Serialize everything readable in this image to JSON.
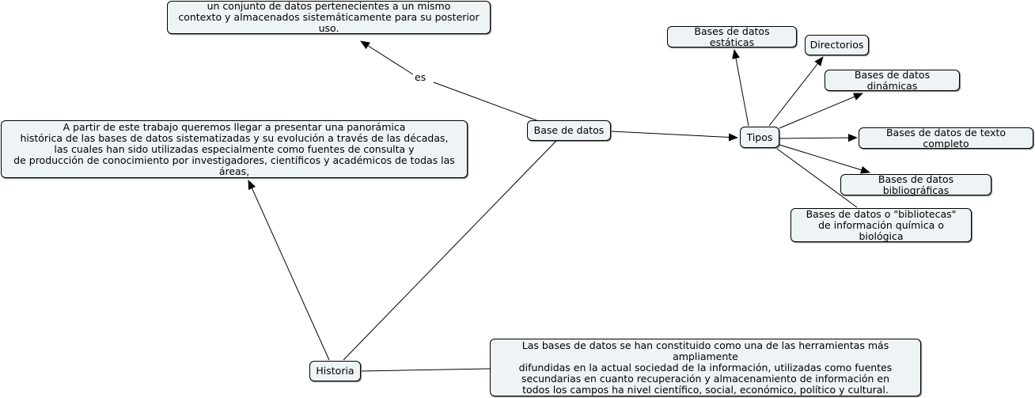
{
  "nodes": {
    "definition": "un conjunto de datos pertenecientes a un mismo\ncontexto y almacenados sistemáticamente para su posterior uso.",
    "base_de_datos": "Base de datos",
    "panoramica": "A partir de este trabajo queremos llegar a presentar una panorámica\nhistórica de las bases de datos sistematizadas y su evolución a través de las décadas,\nlas cuales han sido utilizadas especialmente como fuentes de consulta y\nde producción de conocimiento por investigadores, científicos y académicos de todas las áreas,",
    "tipos": "Tipos",
    "estaticas": "Bases de datos estáticas",
    "directorios": "Directorios",
    "dinamicas": "Bases de datos dinámicas",
    "texto_completo": "Bases de datos de texto completo",
    "bibliograficas": "Bases de datos bibliográficas",
    "bibliotecas": "Bases de datos o \"bibliotecas\"\nde información química o biológica",
    "historia": "Historia",
    "herramientas": "Las bases de datos se han constituido como una de las herramientas más ampliamente\ndifundidas en la actual sociedad de la información, utilizadas como fuentes\nsecundarias en cuanto recuperación y almacenamiento de información en\ntodos los campos ha nivel científico, social, económico, político y cultural."
  },
  "link_labels": {
    "es": "es"
  }
}
